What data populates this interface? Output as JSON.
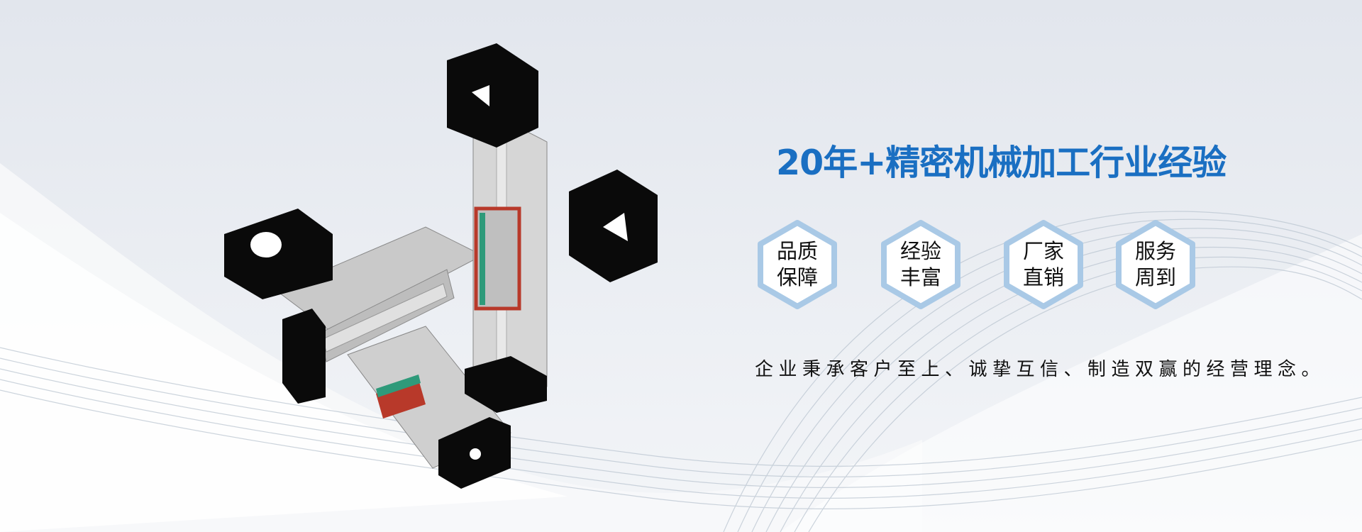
{
  "banner": {
    "headline": "20年+精密机械加工行业经验",
    "features": [
      {
        "line1": "品质",
        "line2": "保障"
      },
      {
        "line1": "经验",
        "line2": "丰富"
      },
      {
        "line1": "厂家",
        "line2": "直销"
      },
      {
        "line1": "服务",
        "line2": "周到"
      }
    ],
    "tagline": "企业秉承客户至上、诚挚互信、制造双赢的经营理念。",
    "colors": {
      "accent": "#1a6fc2",
      "hex_border": "#a9c9e6",
      "background": "#e4e8ee"
    }
  }
}
